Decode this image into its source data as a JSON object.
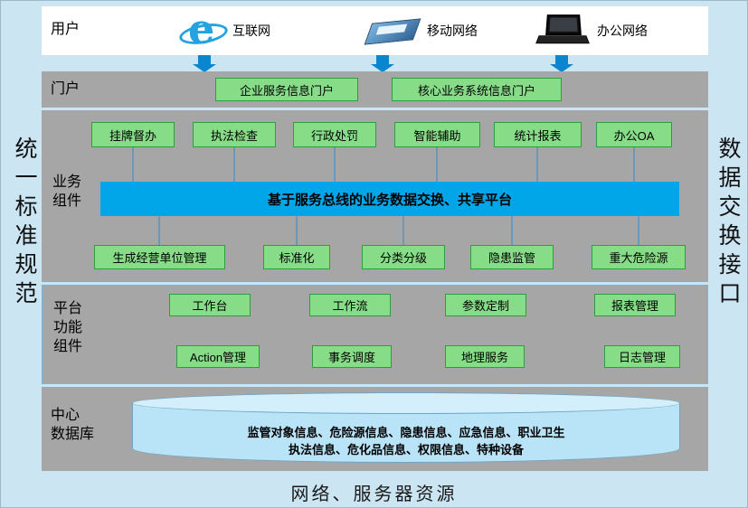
{
  "side_labels": {
    "left": "统一标准规范",
    "right": "数据交换接口"
  },
  "users_row": {
    "label": "用户",
    "items": [
      {
        "icon": "internet-explorer-icon",
        "label": "互联网"
      },
      {
        "icon": "mobile-network-icon",
        "label": "移动网络"
      },
      {
        "icon": "laptop-icon",
        "label": "办公网络"
      }
    ]
  },
  "portal_row": {
    "label": "门户",
    "items": [
      "企业服务信息门户",
      "核心业务系统信息门户"
    ]
  },
  "business_section": {
    "label": "业务\n组件",
    "top_boxes": [
      "挂牌督办",
      "执法检查",
      "行政处罚",
      "智能辅助",
      "统计报表",
      "办公OA"
    ],
    "bus_bar": "基于服务总线的业务数据交换、共享平台",
    "bottom_boxes": [
      "生成经营单位管理",
      "标准化",
      "分类分级",
      "隐患监管",
      "重大危险源"
    ]
  },
  "platform_section": {
    "label": "平台\n功能\n组件",
    "row1": [
      "工作台",
      "工作流",
      "参数定制",
      "报表管理"
    ],
    "row2": [
      "Action管理",
      "事务调度",
      "地理服务",
      "日志管理"
    ]
  },
  "database_section": {
    "label": "中心\n数据库",
    "line1": "监管对象信息、危险源信息、隐患信息、应急信息、职业卫生",
    "line2": "执法信息、危化品信息、权限信息、特种设备"
  },
  "footer": {
    "label": "网络、服务器资源"
  },
  "colors": {
    "background": "#cbe5f3",
    "panel_gray": "#a6a6a6",
    "green_box": "#87dc87",
    "green_border": "#2f9e3f",
    "bus_bar_blue": "#00a6e8",
    "arrow_blue": "#0a86d1",
    "cylinder_fill": "#b9e3f7"
  }
}
